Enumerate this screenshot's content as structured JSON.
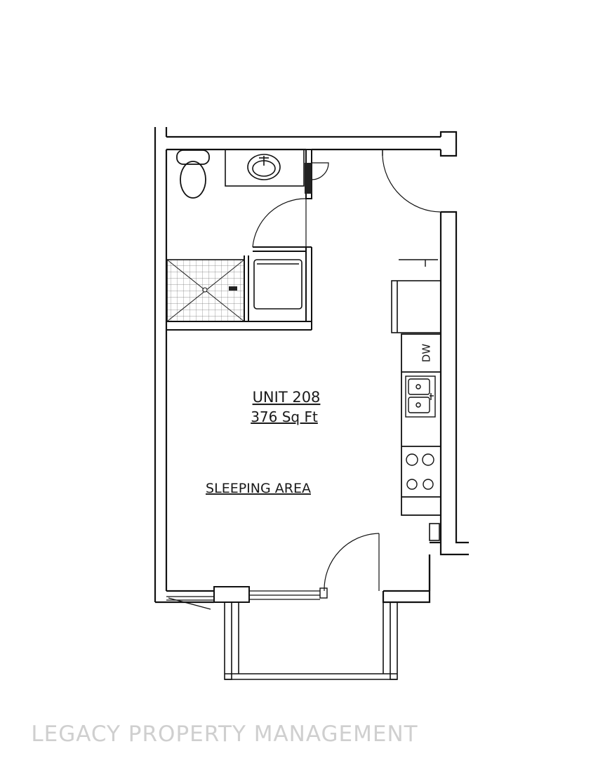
{
  "unit": {
    "name": "UNIT 208",
    "area": "376 Sq Ft"
  },
  "rooms": {
    "sleeping_area": "SLEEPING AREA"
  },
  "appliances": {
    "dishwasher": "DW"
  },
  "footer": {
    "watermark": "LEGACY PROPERTY MANAGEMENT"
  }
}
